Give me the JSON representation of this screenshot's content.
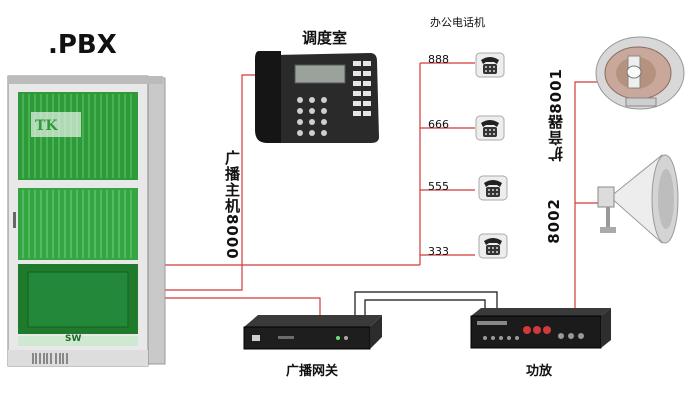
{
  "pbx": {
    "title": ".PBX",
    "brand": "SW"
  },
  "dispatch_room": "调度室",
  "office_phones": {
    "title": "办公电话机",
    "numbers": [
      "888",
      "666",
      "555",
      "333"
    ]
  },
  "broadcast_host": "广播主机8000",
  "amplifier_speakers": [
    "扩音器8001",
    "8002"
  ],
  "gateway": "广播网关",
  "power_amp": "功放",
  "colors": {
    "wire": "#d23a3a",
    "wire_dark": "#111111",
    "cabinet_green": "#2f9a3a"
  }
}
